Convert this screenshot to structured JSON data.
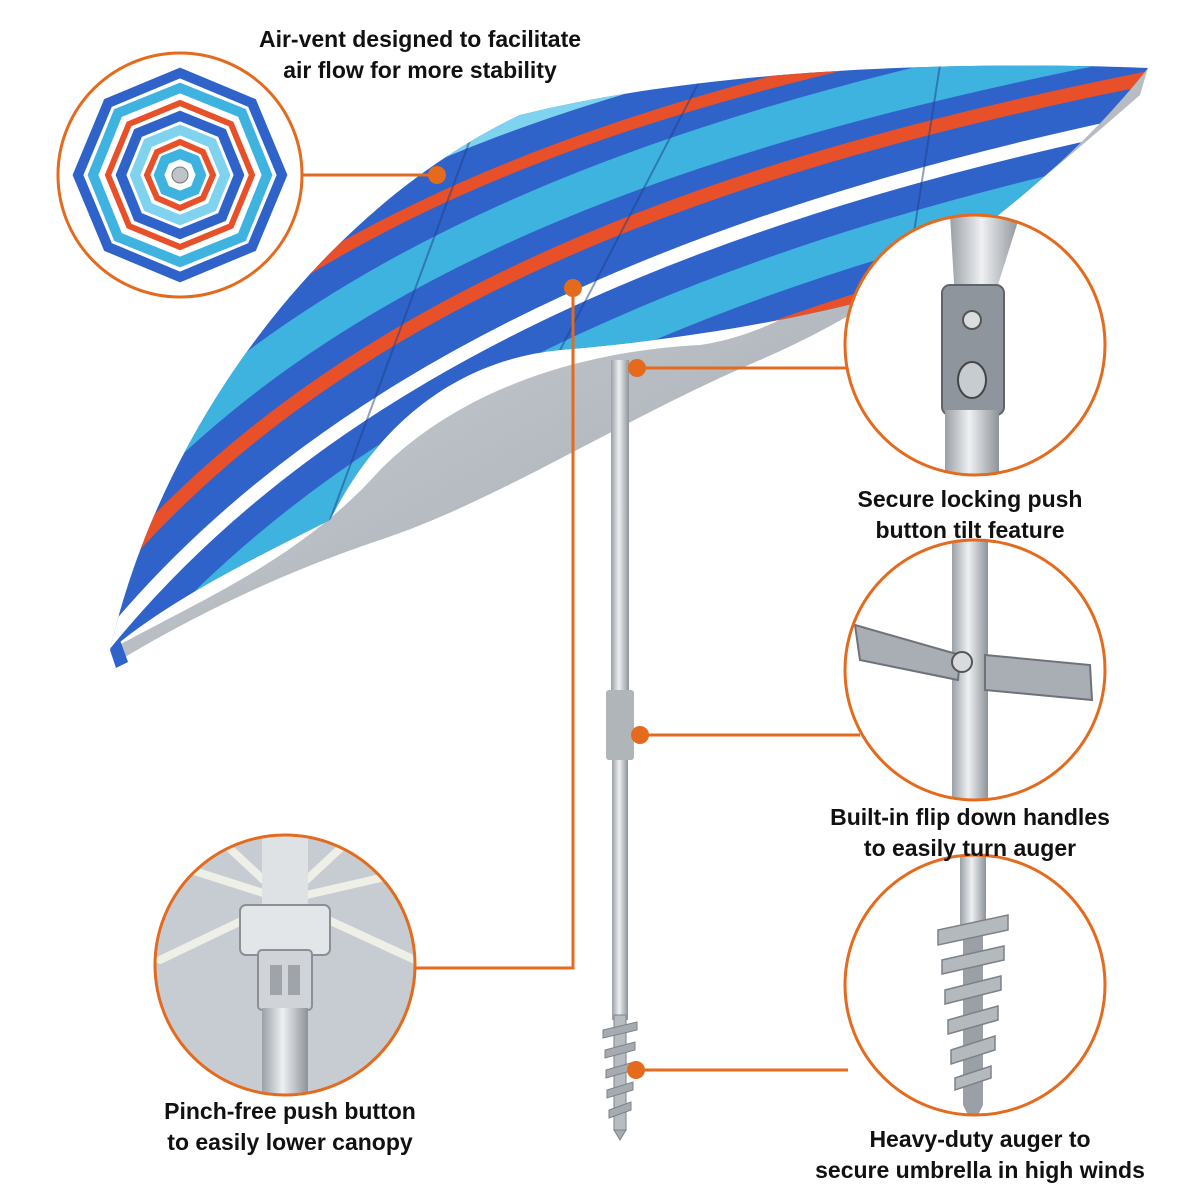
{
  "callouts": {
    "air_vent": {
      "line1": "Air-vent designed to facilitate",
      "line2": "air flow for more stability"
    },
    "tilt": {
      "line1": "Secure locking push",
      "line2": "button tilt feature"
    },
    "handles": {
      "line1": "Built-in flip down handles",
      "line2": "to easily turn auger"
    },
    "pinch": {
      "line1": "Pinch-free push button",
      "line2": "to easily lower canopy"
    },
    "auger": {
      "line1": "Heavy-duty auger to",
      "line2": "secure umbrella in high winds"
    }
  },
  "colors": {
    "accent": "#e46a1e",
    "stripe_blue": "#2f63c9",
    "stripe_teal": "#3fb3df",
    "stripe_red": "#e8502a",
    "pole": "#c9cdd2",
    "underside": "#b6bcc2"
  }
}
